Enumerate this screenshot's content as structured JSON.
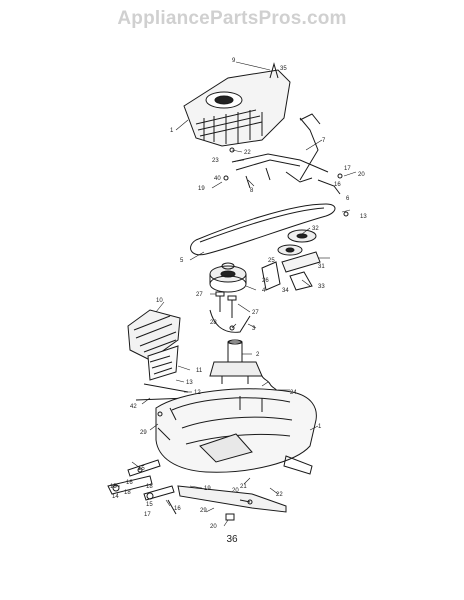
{
  "watermark": "AppliancePartsPros.com",
  "page_number": "36",
  "callouts": [
    "9",
    "35",
    "1",
    "7",
    "22",
    "23",
    "8",
    "19",
    "40",
    "6",
    "17",
    "20",
    "16",
    "13",
    "32",
    "5",
    "33",
    "34",
    "25",
    "26",
    "31",
    "4",
    "27",
    "28",
    "27",
    "10",
    "3",
    "2",
    "11",
    "13",
    "12",
    "42",
    "29",
    "24",
    "21",
    "15",
    "14",
    "16",
    "1",
    "15",
    "19",
    "22",
    "20",
    "18",
    "15",
    "17",
    "16",
    "18",
    "29",
    "20"
  ]
}
